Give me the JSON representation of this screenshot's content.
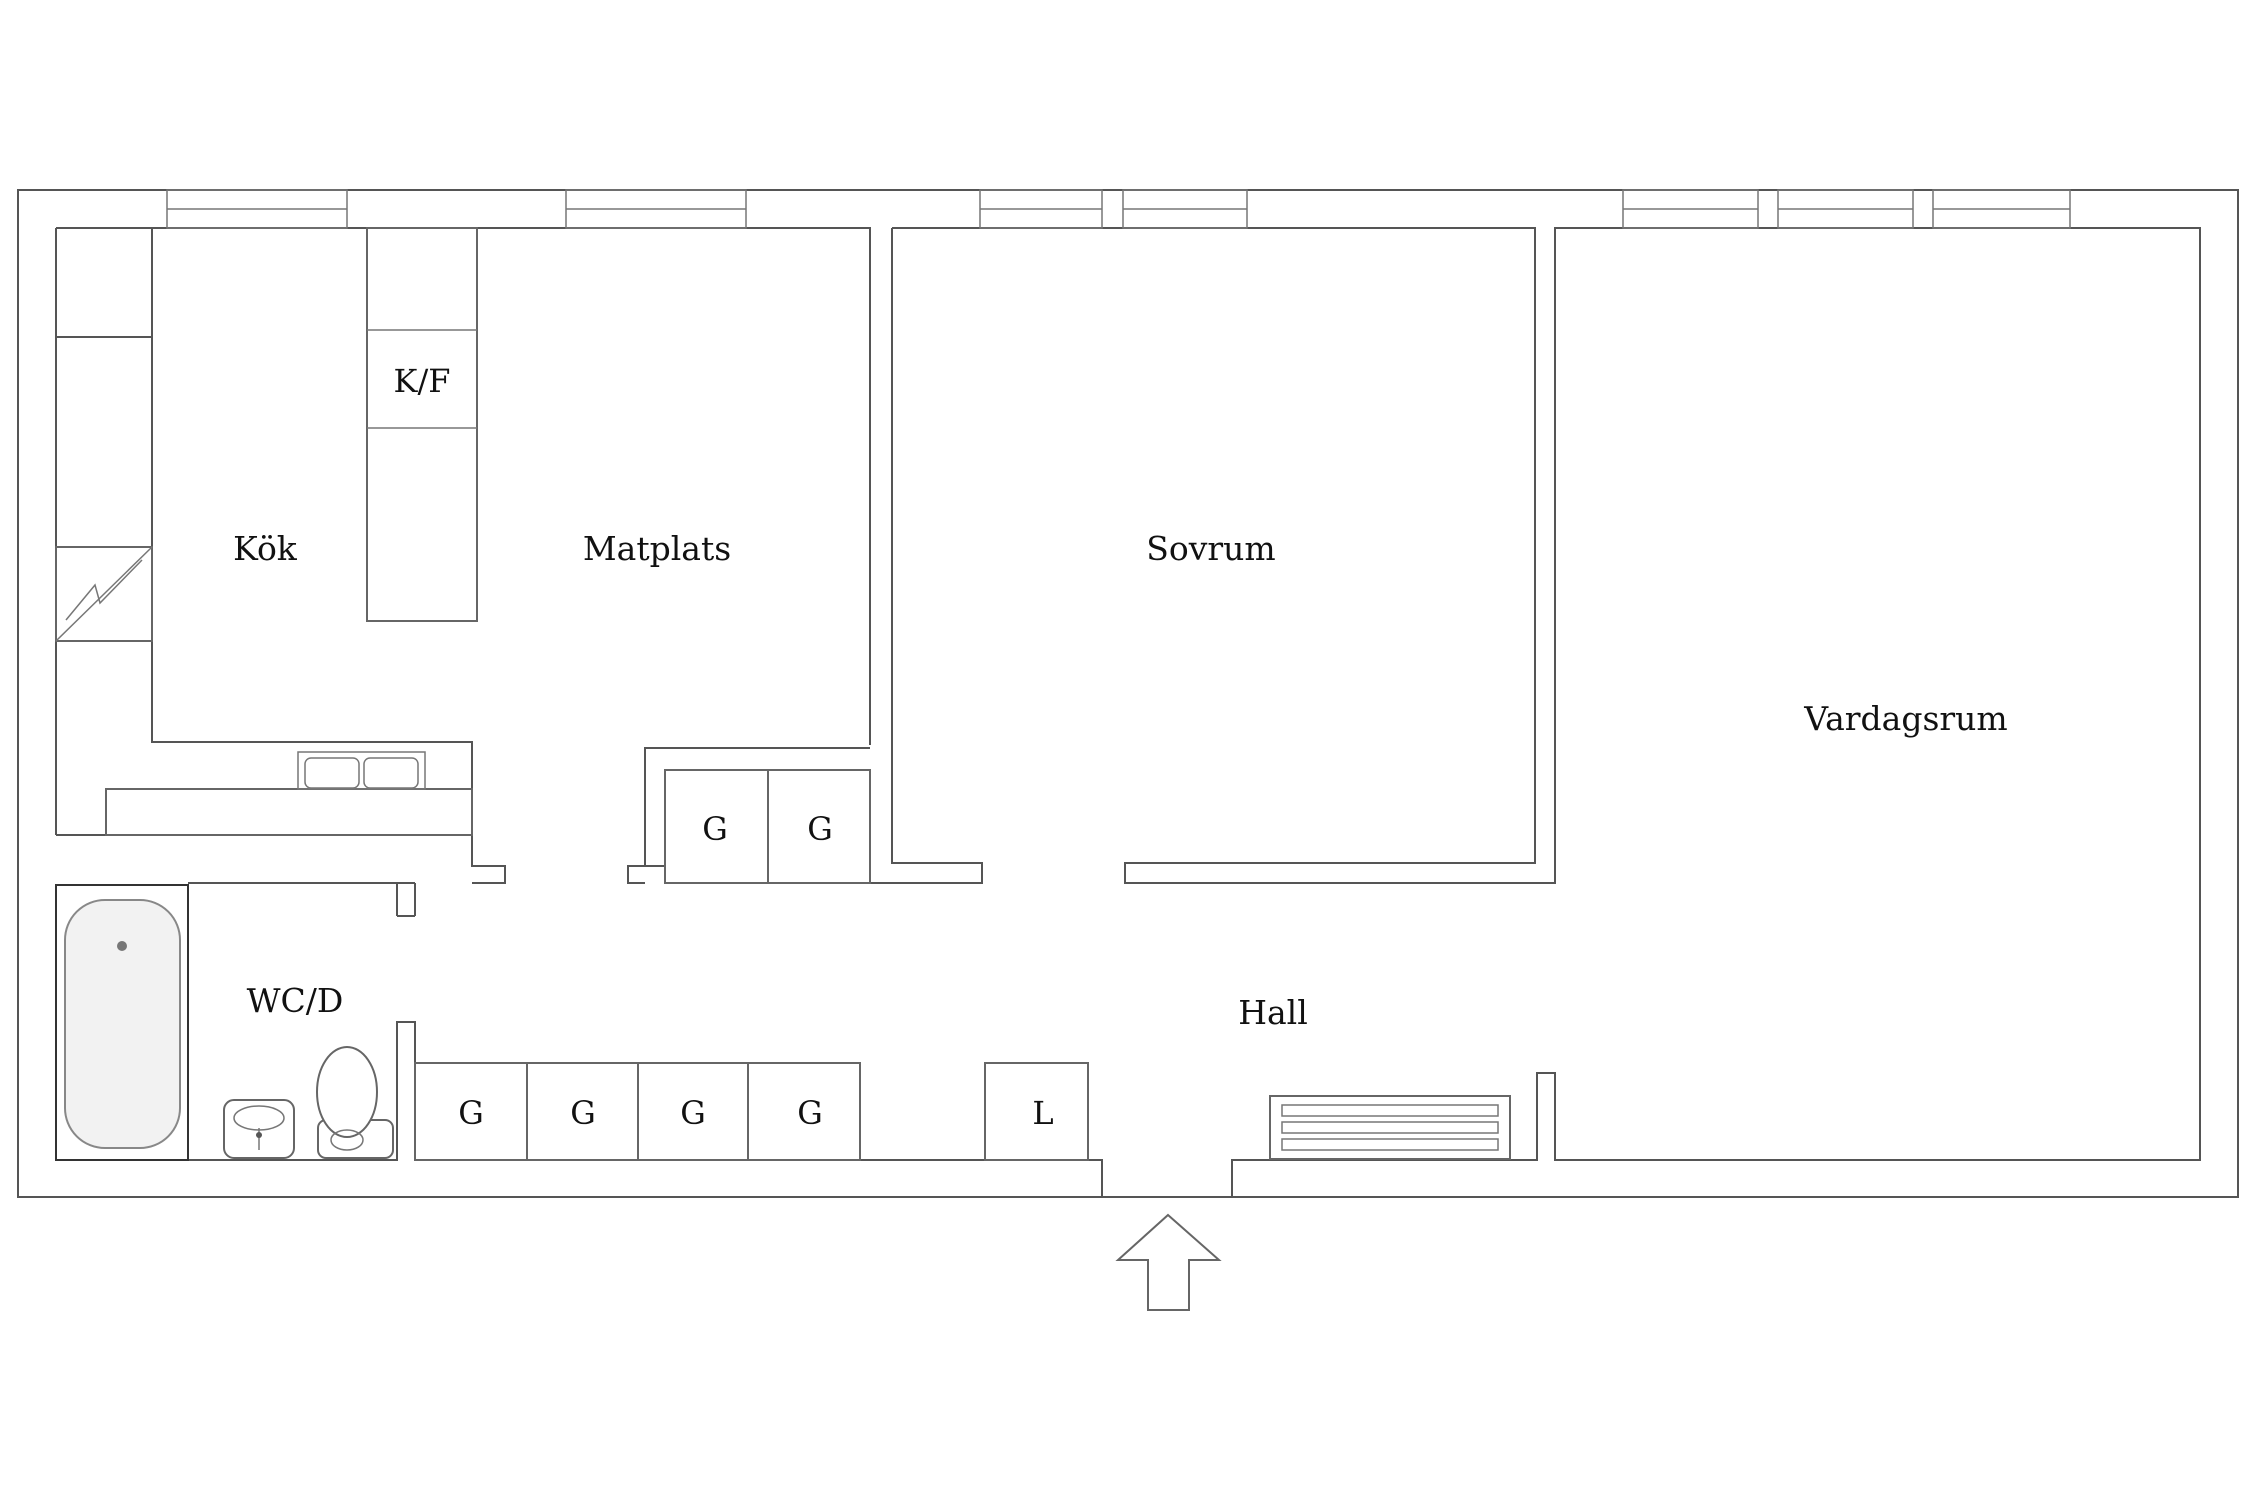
{
  "rooms": {
    "kok": "Kök",
    "matplats": "Matplats",
    "sovrum": "Sovrum",
    "vardagsrum": "Vardagsrum",
    "wc": "WC/D",
    "hall": "Hall"
  },
  "fixtures": {
    "kf": "K/F",
    "wardrobe": "G",
    "linen": "L"
  },
  "icons": {
    "entrance": "entrance-arrow-icon",
    "stove": "stove-icon",
    "sink": "kitchen-sink-icon",
    "bathtub": "bathtub-icon",
    "basin": "wash-basin-icon",
    "toilet": "toilet-icon",
    "radiator": "radiator-icon"
  }
}
